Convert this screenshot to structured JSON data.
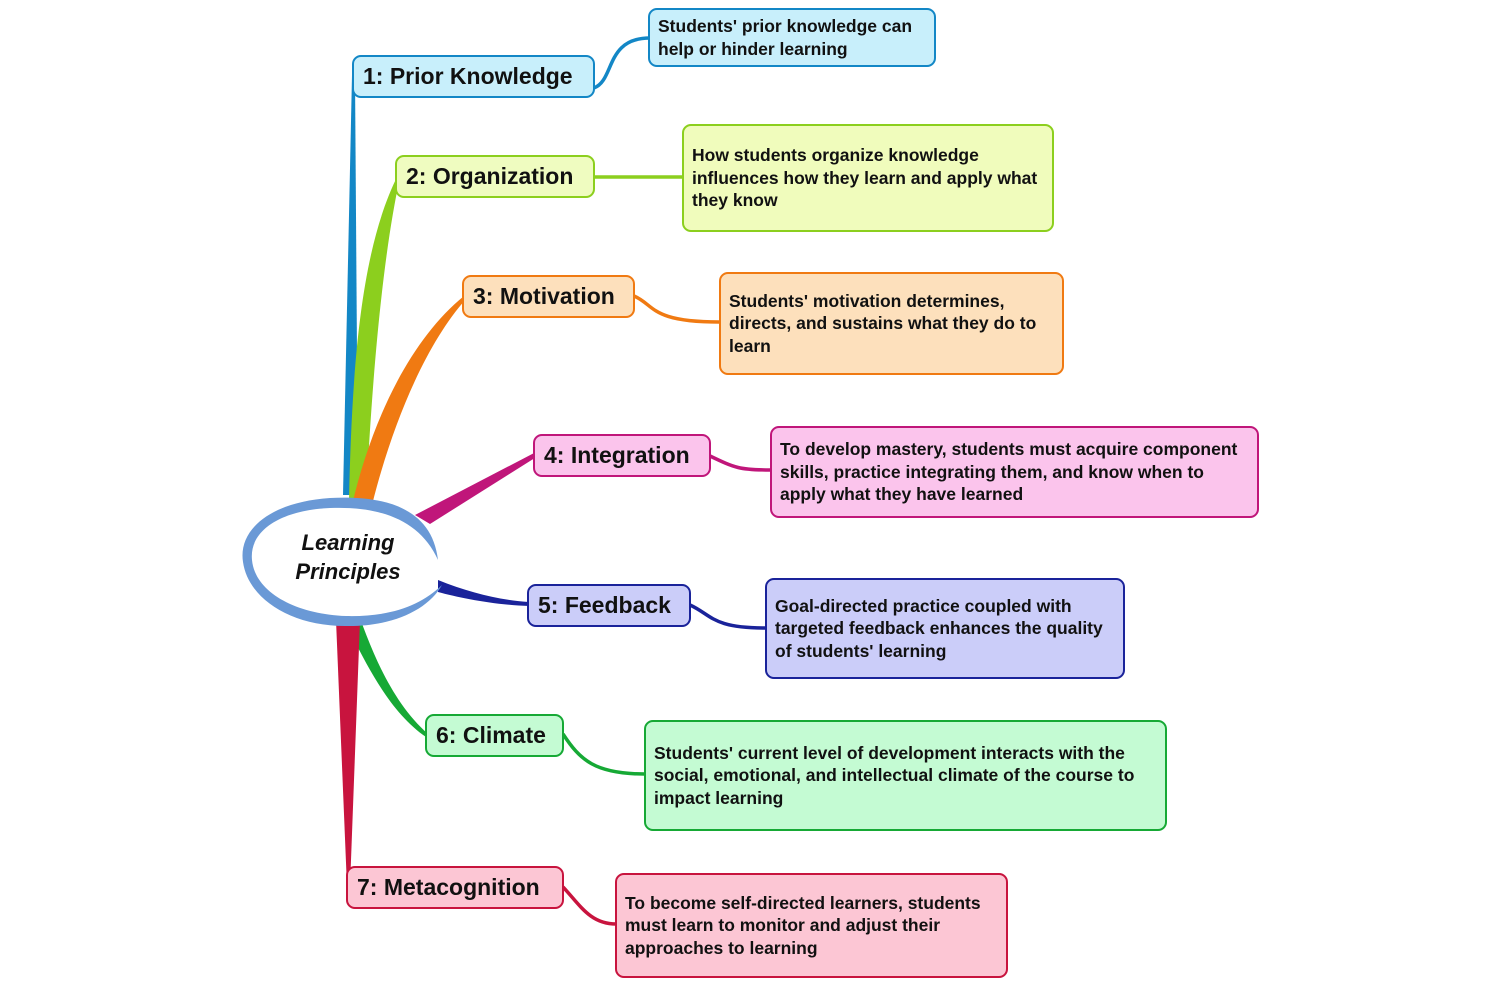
{
  "central": {
    "title": "Learning Principles"
  },
  "branches": [
    {
      "label": "1: Prior Knowledge",
      "description": "Students' prior knowledge can help or hinder learning",
      "color": "#1387c6",
      "fill": "#c8effb",
      "descFill": "#c8effb"
    },
    {
      "label": "2: Organization",
      "description": "How students organize knowledge influences how they learn and apply what they know",
      "color": "#8ccf1e",
      "fill": "#effcc0",
      "descFill": "#f0fcbc"
    },
    {
      "label": "3: Motivation",
      "description": "Students' motivation determines, directs, and sustains what they do to learn",
      "color": "#f07a12",
      "fill": "#fde0bc",
      "descFill": "#fde0bc"
    },
    {
      "label": "4: Integration",
      "description": "To develop mastery, students must acquire component skills, practice integrating them, and know when to apply what they have learned",
      "color": "#c0167a",
      "fill": "#fbc4ec",
      "descFill": "#fbc4ec"
    },
    {
      "label": "5: Feedback",
      "description": "Goal-directed practice coupled with targeted feedback enhances the quality of students' learning",
      "color": "#1a239a",
      "fill": "#cbcdf9",
      "descFill": "#cbcdf9"
    },
    {
      "label": "6: Climate",
      "description": "Students' current level of development interacts with the social, emotional, and intellectual climate of the course to impact learning",
      "color": "#16a935",
      "fill": "#c4fbd3",
      "descFill": "#c4fbd3"
    },
    {
      "label": "7: Metacognition",
      "description": "To become self-directed learners, students must learn to monitor and adjust their approaches to learning",
      "color": "#c8143e",
      "fill": "#fcc6d4",
      "descFill": "#fcc6d4"
    }
  ]
}
